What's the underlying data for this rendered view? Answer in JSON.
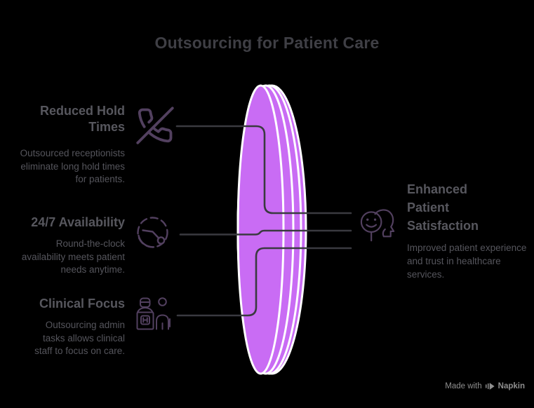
{
  "title": "Outsourcing for Patient Care",
  "colors": {
    "background": "#000000",
    "title_text": "#3f3f45",
    "heading_text": "#57575e",
    "body_text": "#55555c",
    "footer_text": "#8f8f8f",
    "connector": "#3a3a40",
    "ellipse_fill": "#c96cf4",
    "ellipse_stroke": "#ffffff",
    "icon_stroke": "#52405f"
  },
  "left_items": [
    {
      "heading": "Reduced Hold Times",
      "description": "Outsourced receptionists eliminate long hold times for patients.",
      "icon": "phone-off-icon"
    },
    {
      "heading": "24/7 Availability",
      "description": "Round-the-clock availability meets patient needs anytime.",
      "icon": "clock-icon"
    },
    {
      "heading": "Clinical Focus",
      "description": "Outsourcing admin tasks allows clinical staff to focus on care.",
      "icon": "clinical-staff-icon"
    }
  ],
  "right_item": {
    "heading": "Enhanced Patient Satisfaction",
    "description": "Improved patient experience and trust in healthcare services.",
    "icon": "patient-smile-head-icon"
  },
  "footer": {
    "made_with": "Made with",
    "brand": "Napkin"
  }
}
